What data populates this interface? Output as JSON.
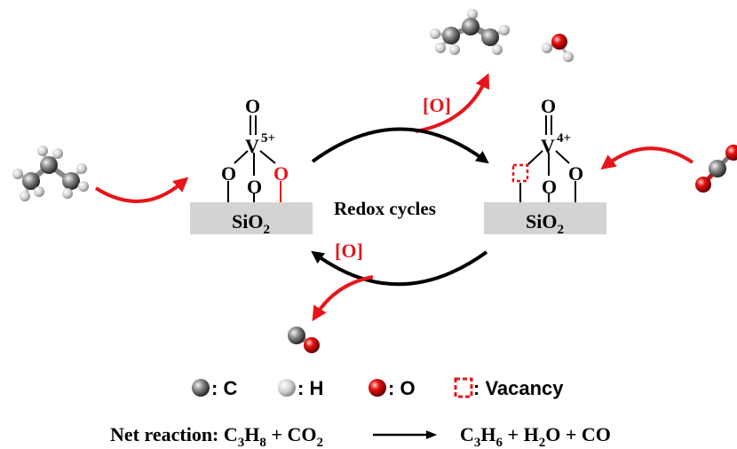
{
  "left_site": {
    "top_o": "O",
    "v_symbol": "V",
    "v_charge": "5+",
    "o_left": "O",
    "o_middle": "O",
    "o_right": "O",
    "support": "SiO",
    "support_sub": "2"
  },
  "right_site": {
    "top_o": "O",
    "v_symbol": "V",
    "v_charge": "4+",
    "o_middle": "O",
    "o_right": "O",
    "support": "SiO",
    "support_sub": "2"
  },
  "cycle": {
    "label": "Redox cycles",
    "top_oxygen_tag": "[O]",
    "bottom_oxygen_tag": "[O]"
  },
  "legend": {
    "c_label": ": C",
    "h_label": ": H",
    "o_label": ": O",
    "vacancy_label": ": Vacancy"
  },
  "net_reaction": {
    "prefix": "Net reaction: ",
    "r1_c": "C",
    "r1_c_sub": "3",
    "r1_h": "H",
    "r1_h_sub": "8",
    "plus1": " + ",
    "r2": "CO",
    "r2_sub": "2",
    "p1_c": "C",
    "p1_c_sub": "3",
    "p1_h": "H",
    "p1_h_sub": "6",
    "plus2": " + ",
    "p2_h": "H",
    "p2_h_sub": "2",
    "p2_o": "O",
    "plus3": " + ",
    "p3": "CO"
  },
  "colors": {
    "accent_red": "#e8141b",
    "black": "#000000",
    "support_gray": "#d3d3d3"
  }
}
